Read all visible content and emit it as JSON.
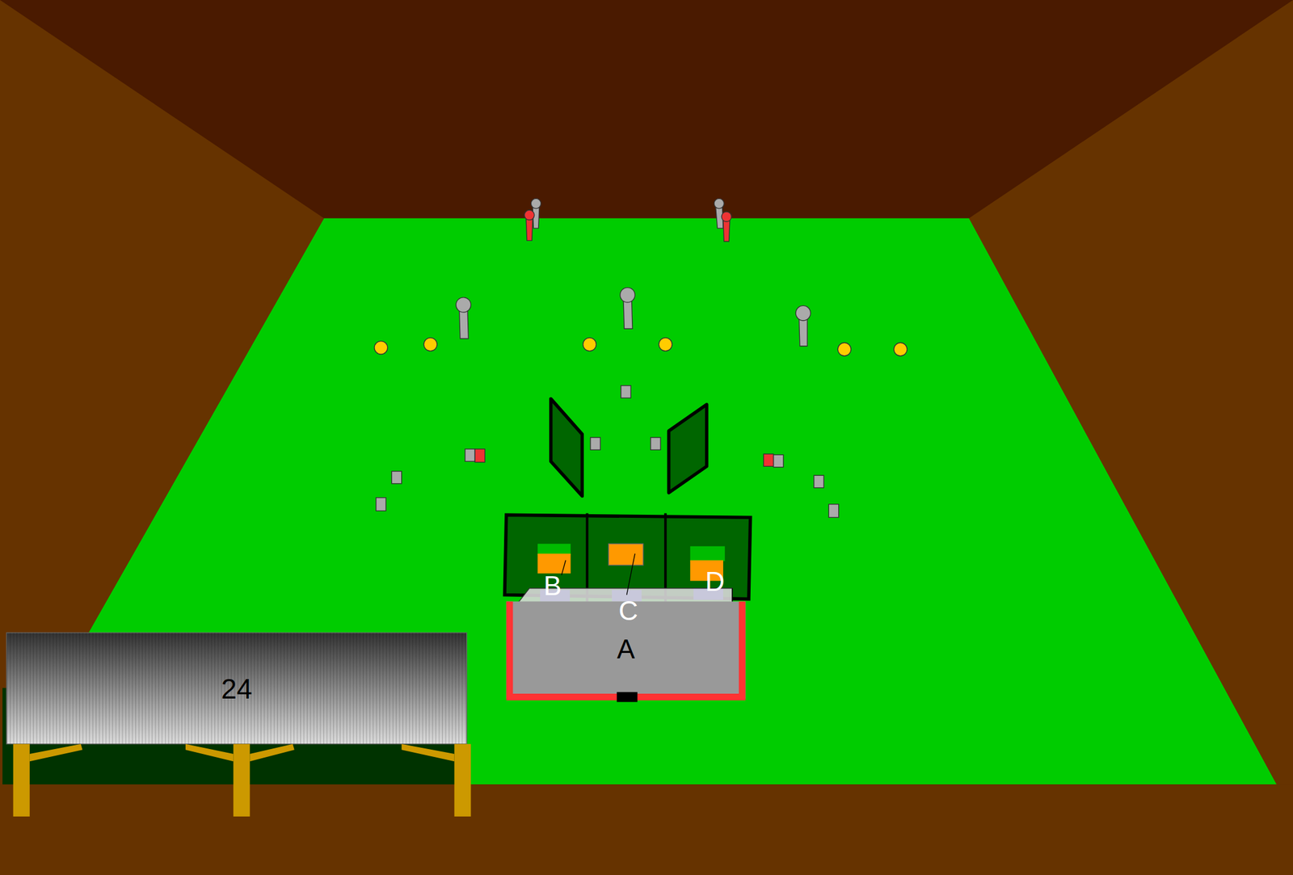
{
  "diagram": {
    "nodes": [
      {
        "text": [
          "24"
        ]
      },
      {
        "text": [
          "A"
        ]
      }
    ],
    "labels": [
      "B",
      "C",
      "D"
    ]
  }
}
